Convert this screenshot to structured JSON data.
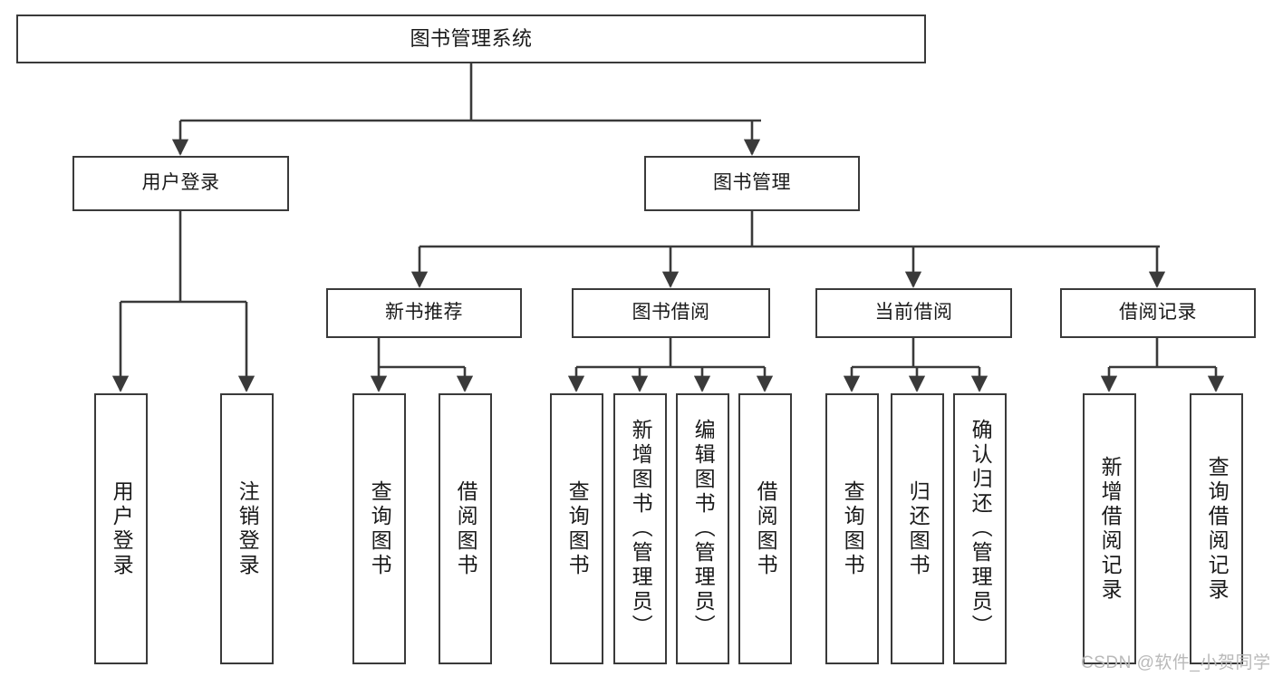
{
  "diagram": {
    "title": "图书管理系统",
    "type": "tree-structure-chart",
    "root": {
      "id": "root",
      "label": "图书管理系统"
    },
    "level1": [
      {
        "id": "user-login",
        "label": "用户登录"
      },
      {
        "id": "book-manage",
        "label": "图书管理"
      }
    ],
    "level2": [
      {
        "id": "new-book-rec",
        "label": "新书推荐",
        "parent": "book-manage"
      },
      {
        "id": "book-borrow",
        "label": "图书借阅",
        "parent": "book-manage"
      },
      {
        "id": "current-borrow",
        "label": "当前借阅",
        "parent": "book-manage"
      },
      {
        "id": "borrow-record",
        "label": "借阅记录",
        "parent": "book-manage"
      }
    ],
    "leaves": [
      {
        "id": "leaf-user-login",
        "label": "用户登录",
        "parent": "user-login"
      },
      {
        "id": "leaf-logout-login",
        "label": "注销登录",
        "parent": "user-login"
      },
      {
        "id": "leaf-query-book-1",
        "label": "查询图书",
        "parent": "new-book-rec"
      },
      {
        "id": "leaf-borrow-book-1",
        "label": "借阅图书",
        "parent": "new-book-rec"
      },
      {
        "id": "leaf-query-book-2",
        "label": "查询图书",
        "parent": "book-borrow"
      },
      {
        "id": "leaf-add-book",
        "label": "新增图书（管理员）",
        "parent": "book-borrow"
      },
      {
        "id": "leaf-edit-book",
        "label": "编辑图书（管理员）",
        "parent": "book-borrow"
      },
      {
        "id": "leaf-borrow-book-2",
        "label": "借阅图书",
        "parent": "book-borrow"
      },
      {
        "id": "leaf-query-book-3",
        "label": "查询图书",
        "parent": "current-borrow"
      },
      {
        "id": "leaf-return-book",
        "label": "归还图书",
        "parent": "current-borrow"
      },
      {
        "id": "leaf-confirm-return",
        "label": "确认归还（管理员）",
        "parent": "current-borrow"
      },
      {
        "id": "leaf-add-record",
        "label": "新增借阅记录",
        "parent": "borrow-record"
      },
      {
        "id": "leaf-query-record",
        "label": "查询借阅记录",
        "parent": "borrow-record"
      }
    ],
    "watermark": "CSDN @软件_小贺同学",
    "colors": {
      "stroke": "#3a3a3a",
      "background": "#ffffff",
      "text": "#1a1a1a",
      "watermark": "#b9b9b9"
    }
  }
}
